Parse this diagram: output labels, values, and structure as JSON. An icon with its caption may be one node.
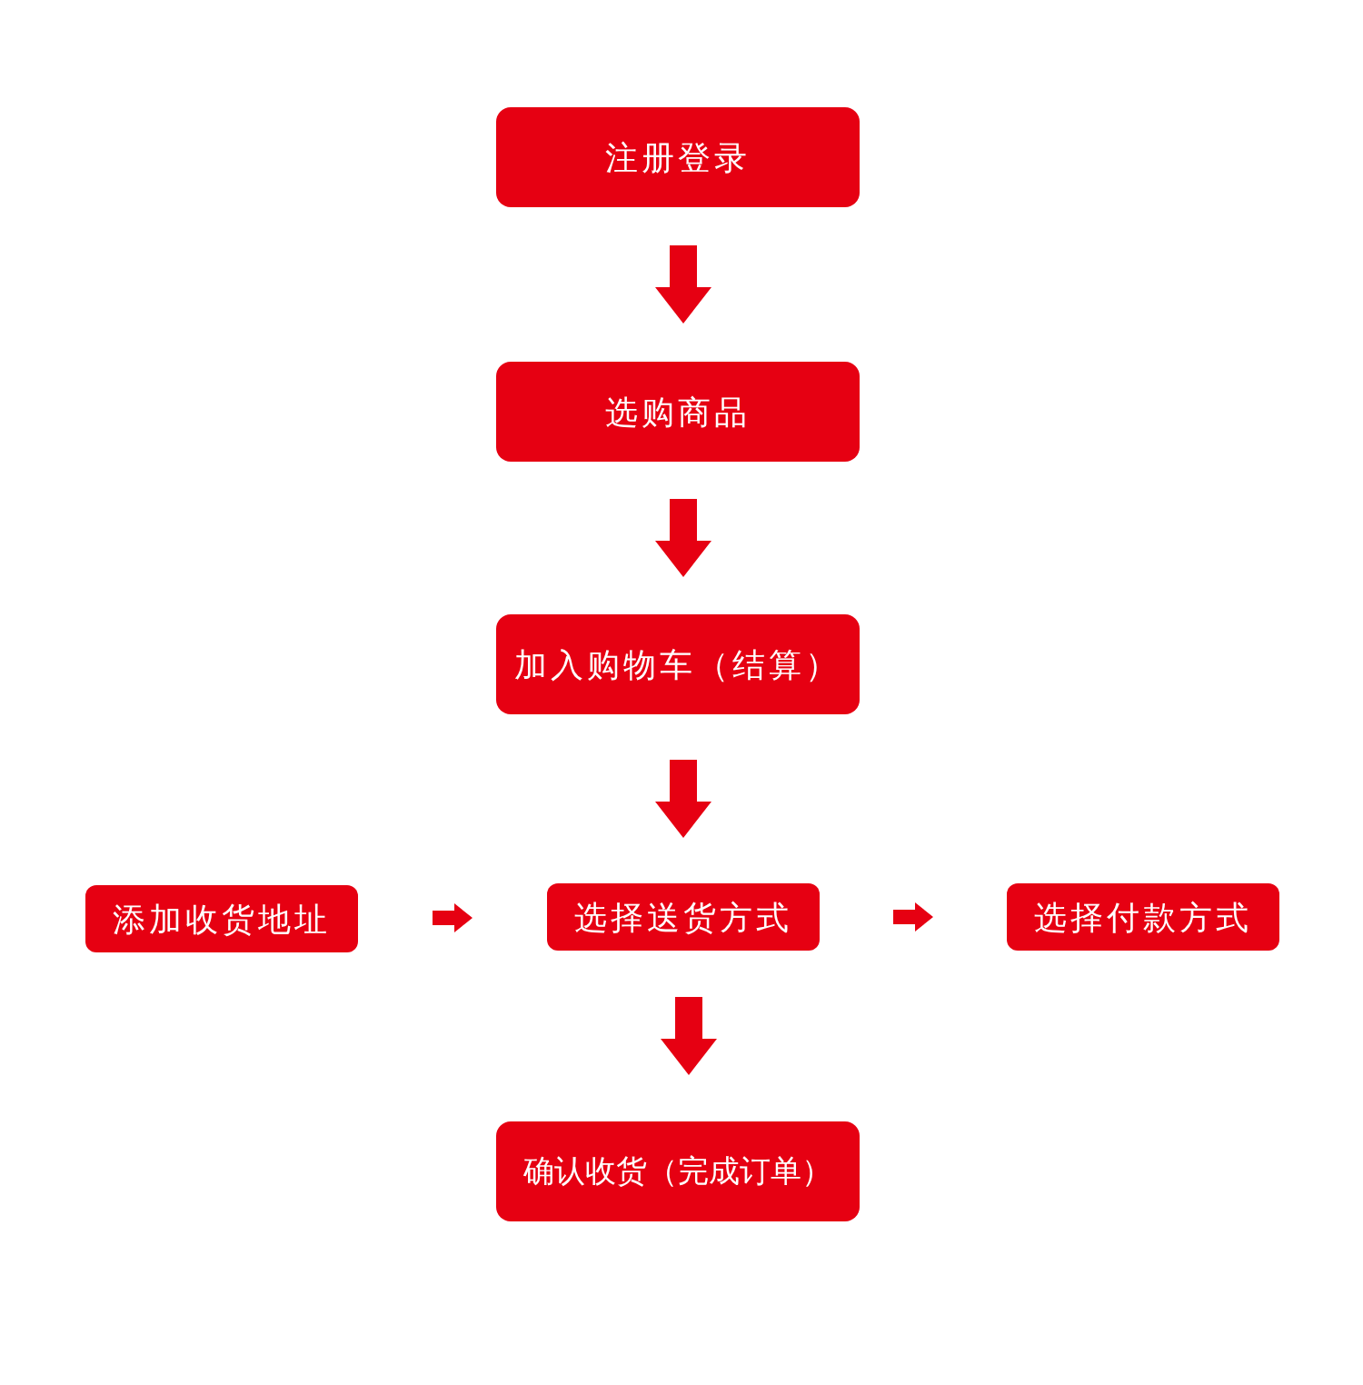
{
  "diagram": {
    "nodes": [
      {
        "text": [
          "注册登录"
        ]
      },
      {
        "text": [
          "选购商品"
        ]
      },
      {
        "text": [
          "加入购物车（结算）"
        ]
      },
      {
        "text": [
          "添加收货地址"
        ]
      },
      {
        "text": [
          "选择送货方式"
        ]
      },
      {
        "text": [
          "选择付款方式"
        ]
      },
      {
        "text": [
          "确认收货（完成订单）"
        ]
      }
    ],
    "edges": [
      {
        "from": 0,
        "to": 1,
        "arrow": "to"
      },
      {
        "from": 1,
        "to": 2,
        "arrow": "to"
      },
      {
        "from": 2,
        "to": 4,
        "arrow": "to"
      },
      {
        "from": 3,
        "to": 4,
        "arrow": "to"
      },
      {
        "from": 4,
        "to": 5,
        "arrow": "to"
      },
      {
        "from": 4,
        "to": 6,
        "arrow": "to"
      }
    ]
  }
}
